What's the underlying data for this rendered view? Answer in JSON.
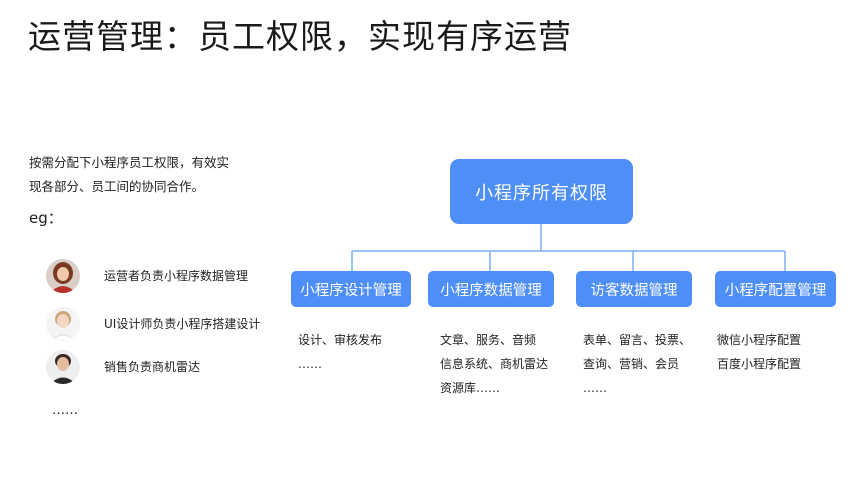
{
  "title": "运营管理：员工权限，实现有序运营",
  "intro": {
    "line1": "按需分配下小程序员工权限，有效实",
    "line2": "现各部分、员工间的协同合作。",
    "eg": "eg："
  },
  "people": [
    {
      "text": "运营者负责小程序数据管理"
    },
    {
      "text": "UI设计师负责小程序搭建设计"
    },
    {
      "text": "销售负责商机雷达"
    }
  ],
  "more_left": "……",
  "root": {
    "label": "小程序所有权限"
  },
  "children": [
    {
      "label": "小程序设计管理",
      "lines": [
        "设计、审核发布",
        "……"
      ]
    },
    {
      "label": "小程序数据管理",
      "lines": [
        "文章、服务、音频",
        "信息系统、商机雷达",
        "资源库……"
      ]
    },
    {
      "label": "访客数据管理",
      "lines": [
        "表单、留言、投票、",
        "查询、营销、会员",
        "……"
      ]
    },
    {
      "label": "小程序配置管理",
      "lines": [
        "微信小程序配置",
        "百度小程序配置"
      ]
    }
  ],
  "colors": {
    "accent": "#4e8ef7",
    "connector": "#7ab0f5"
  }
}
